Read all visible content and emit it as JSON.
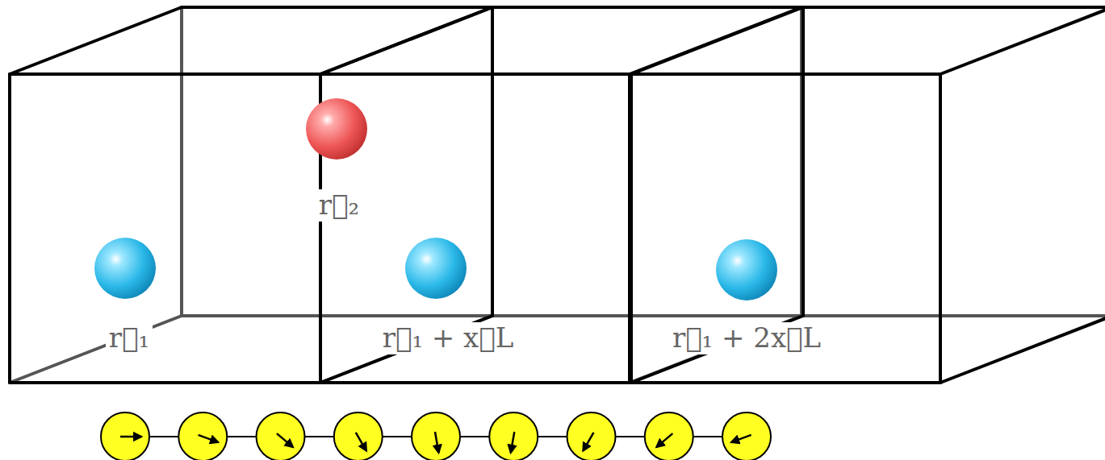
{
  "diagram": {
    "labels": [
      "r⃗₁",
      "r⃗₂",
      "r⃗₁ + x⃗L",
      "r⃗₁ + 2x⃗L"
    ]
  }
}
